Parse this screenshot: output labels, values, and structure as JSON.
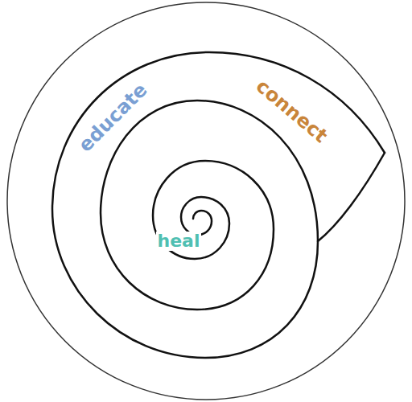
{
  "diagram": {
    "labels": [
      "educate",
      "connect",
      "heal"
    ]
  }
}
